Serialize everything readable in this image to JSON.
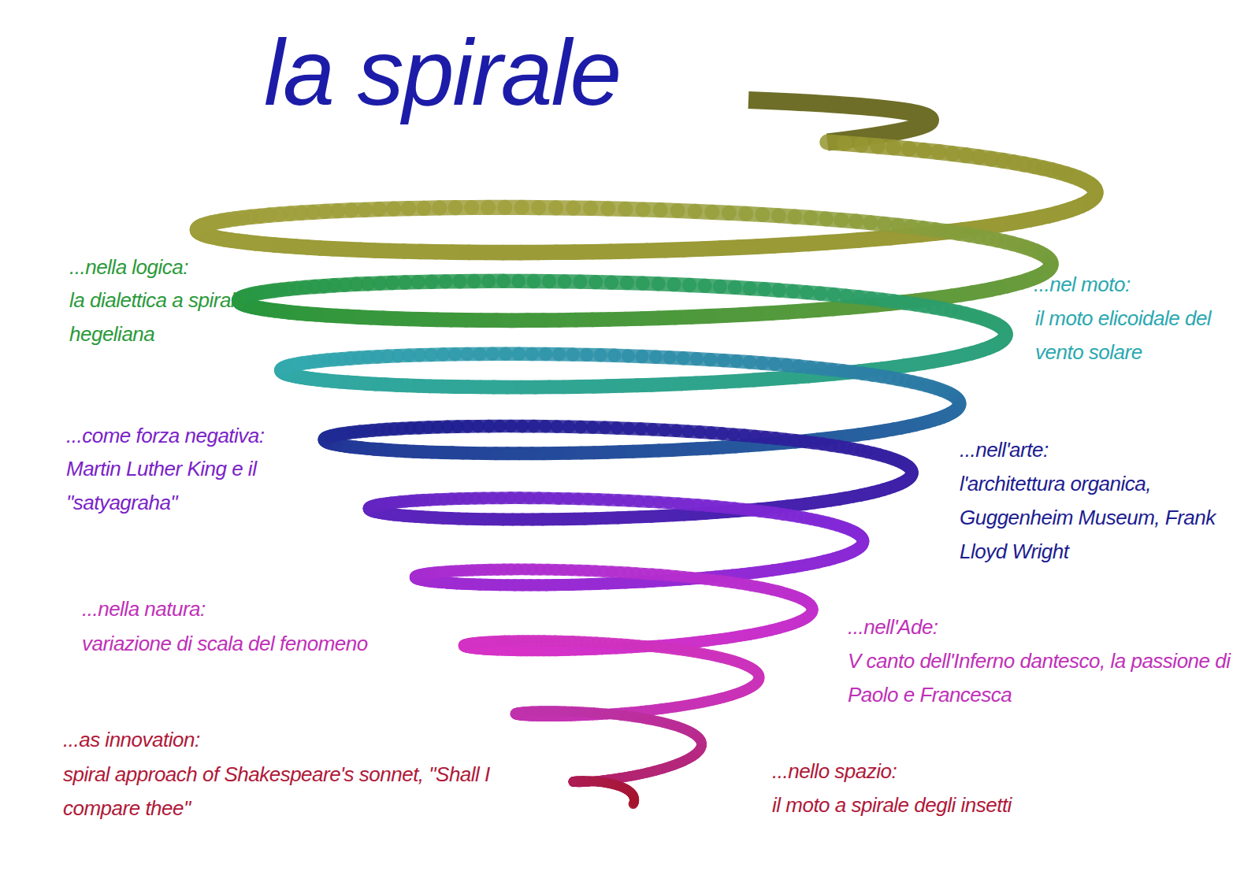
{
  "diagram": {
    "title": "la spirale",
    "labels": [
      "...nella logica:",
      "la dialettica a spirale hegeliana",
      "...come forza negativa:",
      "Martin Luther King e il \"satyagraha\"",
      "...nella natura:",
      "variazione di scala del fenomeno",
      "...as innovation:",
      "spiral approach of Shakespeare's sonnet, \"Shall I compare thee\"",
      "...nel moto:",
      "il moto elicoidale del vento solare",
      "...nell'arte:",
      "l'architettura organica, Guggenheim Museum, Frank Lloyd Wright",
      "...nell'Ade:",
      "V canto dell'Inferno dantesco, la passione di Paolo e Francesca",
      "...nello spazio:",
      "il moto a spirale degli insetti"
    ]
  }
}
